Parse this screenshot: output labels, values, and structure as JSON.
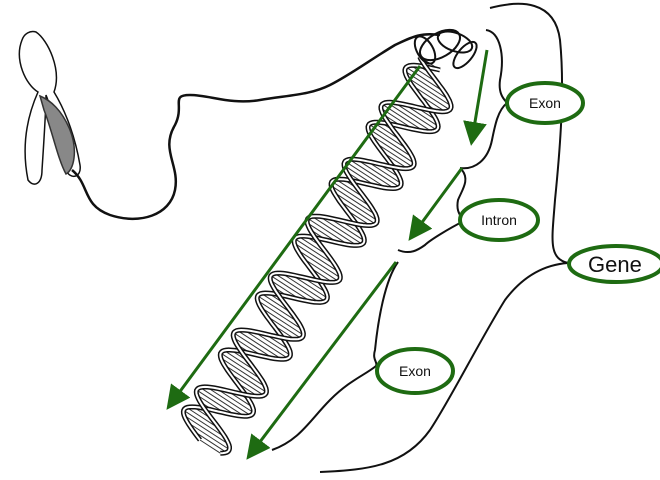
{
  "diagram": {
    "labels": {
      "exon_top": "Exon",
      "intron": "Intron",
      "gene": "Gene",
      "exon_bottom": "Exon"
    },
    "colors": {
      "accent": "#1e6b12",
      "ink": "#111111"
    }
  }
}
